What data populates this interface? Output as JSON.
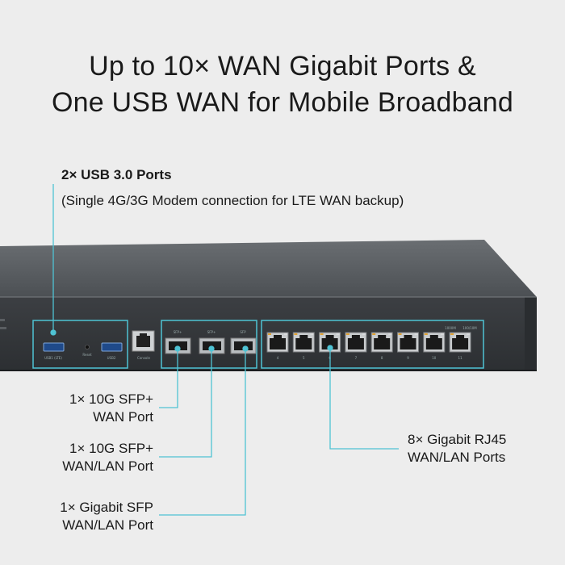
{
  "headline": {
    "line1": "Up to 10× WAN Gigabit Ports &",
    "line2": "One USB WAN for Mobile Broadband"
  },
  "usb": {
    "title": "2× USB 3.0 Ports",
    "subtitle": "(Single 4G/3G Modem connection for LTE WAN backup)",
    "port1": "USB1 (LTE)",
    "reset": "Reset",
    "port2": "USB2"
  },
  "console": {
    "label": "Console"
  },
  "sfp": {
    "port1": "SFP+",
    "port2": "SFP+",
    "port3": "SFP"
  },
  "rj45": {
    "speed1": "1000M",
    "speed2": "100/10M",
    "numbers": [
      "4",
      "5",
      "6",
      "7",
      "8",
      "9",
      "10",
      "11"
    ]
  },
  "callouts": {
    "sfp_wan": {
      "line1": "1× 10G SFP+",
      "line2": "WAN Port"
    },
    "sfp_wanlan": {
      "line1": "1× 10G SFP+",
      "line2": "WAN/LAN Port"
    },
    "gigabit_sfp": {
      "line1": "1× Gigabit SFP",
      "line2": "WAN/LAN Port"
    },
    "rj45_ports": {
      "line1": "8× Gigabit RJ45",
      "line2": "WAN/LAN Ports"
    }
  },
  "colors": {
    "accent": "#4fc3d4",
    "chassis": "#3a3d40",
    "background": "#ededed"
  }
}
